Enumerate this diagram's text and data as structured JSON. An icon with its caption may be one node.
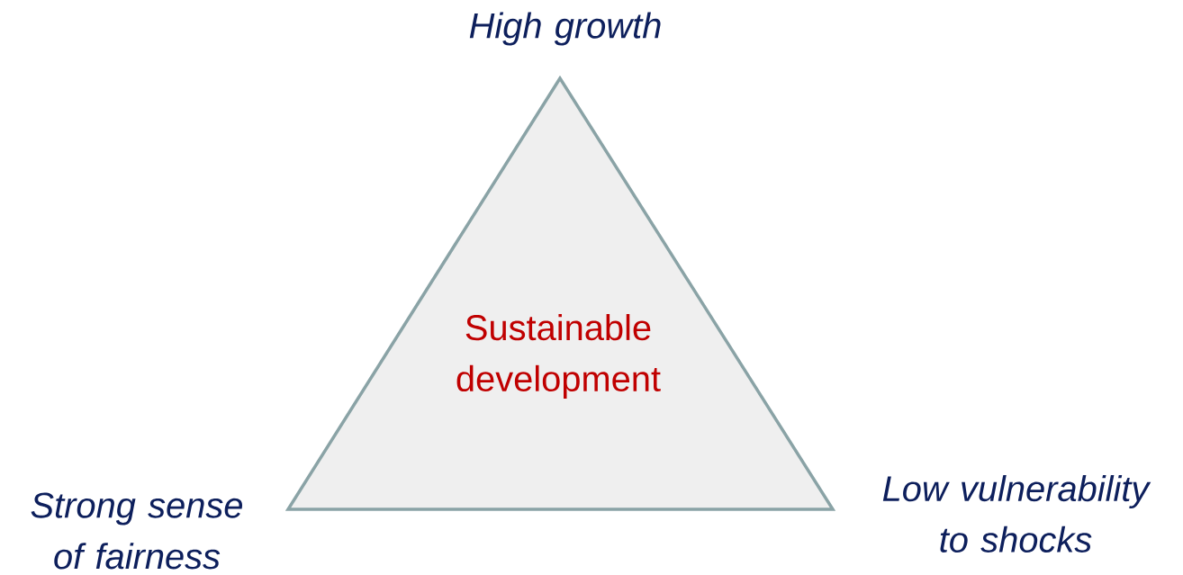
{
  "diagram": {
    "nodes": [
      {
        "text": [
          "Sustainable development"
        ]
      }
    ],
    "edges": [],
    "labels": [
      "High growth",
      "Strong sense of fairness",
      "Low vulnerability to shocks"
    ]
  }
}
